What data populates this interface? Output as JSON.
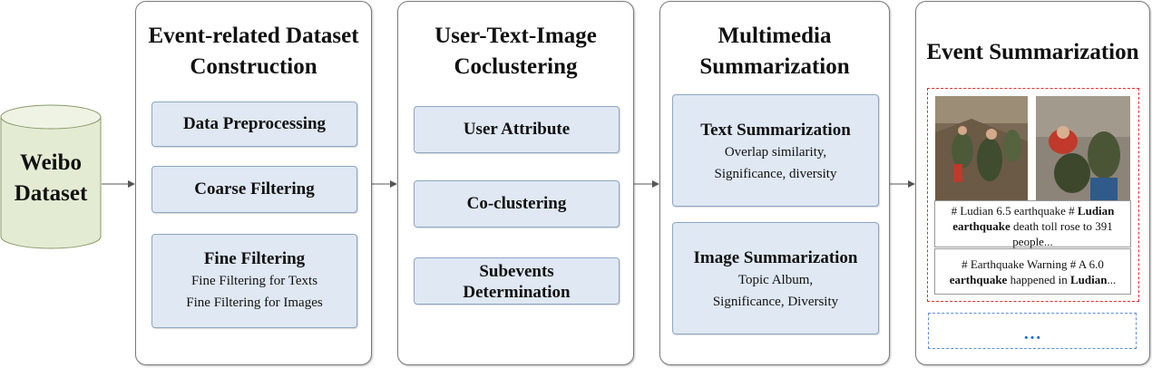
{
  "weibo": {
    "line1": "Weibo",
    "line2": "Dataset"
  },
  "panel1": {
    "title_l1": "Event-related Dataset",
    "title_l2": "Construction",
    "box1": "Data Preprocessing",
    "box2": "Coarse Filtering",
    "box3_title": "Fine Filtering",
    "box3_sub1": "Fine Filtering for Texts",
    "box3_sub2": "Fine Filtering for Images"
  },
  "panel2": {
    "title_l1": "User-Text-Image",
    "title_l2": "Coclustering",
    "box1": "User Attribute",
    "box2": "Co-clustering",
    "box3_l1": "Subevents",
    "box3_l2": "Determination"
  },
  "panel3": {
    "title_l1": "Multimedia",
    "title_l2": "Summarization",
    "text_title": "Text Summarization",
    "text_sub1": "Overlap similarity,",
    "text_sub2": "Significance, diversity",
    "image_title": "Image Summarization",
    "image_sub1": "Topic Album,",
    "image_sub2": "Significance, Diversity"
  },
  "panel4": {
    "title": "Event Summarization",
    "tweet1": {
      "a": "# Ludian 6.5 earthquake # ",
      "b": "Ludian",
      "c": "earthquake",
      "d": " death toll rose to 391",
      "e": "people..."
    },
    "tweet2": {
      "a": "# Earthquake Warning # A 6.0",
      "b": "earthquake",
      "c": " happened in ",
      "d": "Ludian",
      "e": "..."
    },
    "ellipsis": "…"
  },
  "colors": {
    "box_fill": "#dfe8f3",
    "box_border": "#8ea6c2",
    "cylinder": "#e3ecd3",
    "red_dashed": "#e0302b",
    "blue_dashed": "#5b8ed6"
  }
}
